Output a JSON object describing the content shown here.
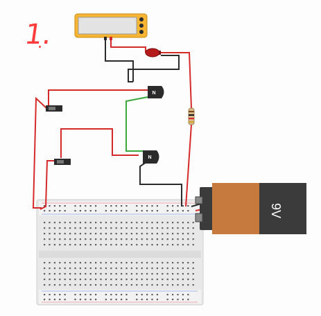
{
  "annotation": {
    "handwritten_number": "1."
  },
  "multimeter": {
    "display_text": ""
  },
  "battery": {
    "label": "9V",
    "body_color": "#c77a3d",
    "cap_color": "#3b3b3b"
  },
  "transistors": [
    {
      "label": "N"
    },
    {
      "label": "N"
    }
  ],
  "led": {
    "color": "#b51b1b"
  },
  "wire_colors": {
    "red": "#d62a2a",
    "black": "#2b2b2b",
    "green": "#3aa83a"
  }
}
